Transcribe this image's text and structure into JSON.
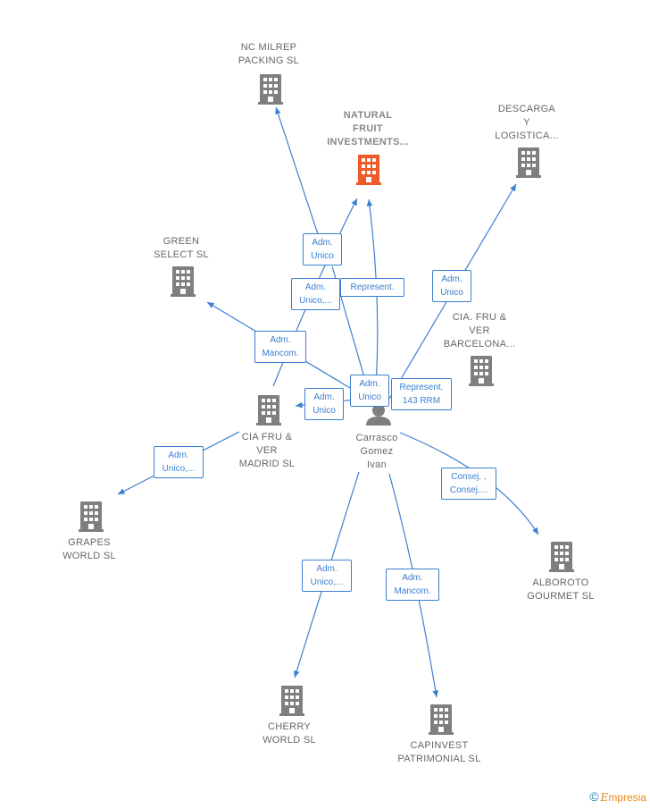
{
  "colors": {
    "edge": "#3a7fd1",
    "company": "#7f7f7f",
    "focus": "#f05a2a",
    "person": "#7f7f7f"
  },
  "nodes": [
    {
      "id": "nc_milrep",
      "label": "NC MILREP\nPACKING  SL",
      "icon": "building-icon"
    },
    {
      "id": "natural_fruit",
      "label": "NATURAL\nFRUIT\nINVESTMENTS...",
      "icon": "building-icon",
      "focus": true
    },
    {
      "id": "descarga",
      "label": "DESCARGA\nY\nLOGISTICA...",
      "icon": "building-icon"
    },
    {
      "id": "green_select",
      "label": "GREEN\nSELECT  SL",
      "icon": "building-icon"
    },
    {
      "id": "cia_fru_bcn",
      "label": "CIA. FRU &\nVER\nBARCELONA...",
      "icon": "building-icon"
    },
    {
      "id": "cia_fru_madrid",
      "label": "CIA FRU &\nVER\nMADRID SL",
      "icon": "building-icon"
    },
    {
      "id": "carrasco",
      "label": "Carrasco\nGomez\nIvan",
      "icon": "person-icon"
    },
    {
      "id": "grapes_world",
      "label": "GRAPES\nWORLD  SL",
      "icon": "building-icon"
    },
    {
      "id": "alboroto",
      "label": "ALBOROTO\nGOURMET  SL",
      "icon": "building-icon"
    },
    {
      "id": "cherry_world",
      "label": "CHERRY\nWORLD  SL",
      "icon": "building-icon"
    },
    {
      "id": "capinvest",
      "label": "CAPINVEST\nPATRIMONIAL SL",
      "icon": "building-icon"
    }
  ],
  "edges": [
    {
      "id": "e1",
      "label": "Adm.\nUnico"
    },
    {
      "id": "e2",
      "label": "Adm.\nUnico,..."
    },
    {
      "id": "e3",
      "label": "Represent."
    },
    {
      "id": "e4",
      "label": "Adm.\nUnico"
    },
    {
      "id": "e5",
      "label": "Adm.\nMancom."
    },
    {
      "id": "e6",
      "label": "Adm.\nUnico"
    },
    {
      "id": "e7",
      "label": "Represent.\n143 RRM"
    },
    {
      "id": "e8",
      "label": "Adm.\nUnico"
    },
    {
      "id": "e9",
      "label": "Adm.\nUnico,..."
    },
    {
      "id": "e10",
      "label": "Consej. ,\nConsej...."
    },
    {
      "id": "e11",
      "label": "Adm.\nUnico,..."
    },
    {
      "id": "e12",
      "label": "Adm.\nMancom."
    }
  ],
  "footer": {
    "copyright_symbol": "©",
    "brand": "mpresia",
    "brand_initial": "E"
  }
}
